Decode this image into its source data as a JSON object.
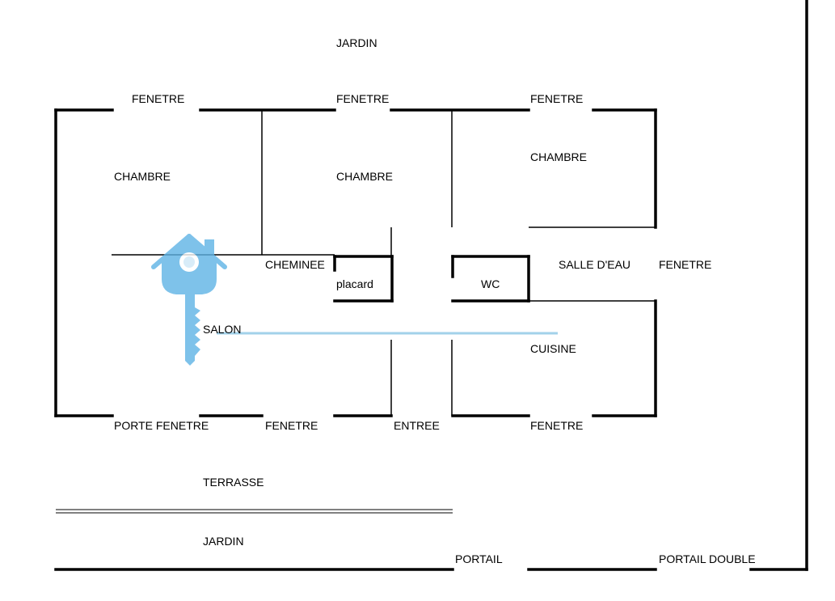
{
  "plan": {
    "labels": {
      "jardin_top": "JARDIN",
      "fenetre_1": "FENETRE",
      "fenetre_2": "FENETRE",
      "fenetre_3": "FENETRE",
      "chambre_1": "CHAMBRE",
      "chambre_2": "CHAMBRE",
      "chambre_3": "CHAMBRE",
      "cheminee": "CHEMINEE",
      "placard": "placard",
      "wc": "WC",
      "salle_deau": "SALLE D'EAU",
      "fenetre_right": "FENETRE",
      "salon": "SALON",
      "cuisine": "CUISINE",
      "porte_fenetre": "PORTE FENETRE",
      "fenetre_bottom_1": "FENETRE",
      "entree": "ENTREE",
      "fenetre_bottom_2": "FENETRE",
      "terrasse": "TERRASSE",
      "jardin_bottom": "JARDIN",
      "portail": "PORTAIL",
      "portail_double": "PORTAIL DOUBLE"
    },
    "colors": {
      "walls": "#000000",
      "watermark": "#5fb3e6",
      "watermark_line": "#8cc8e6"
    },
    "icons": {
      "watermark": "house-key-icon"
    }
  }
}
